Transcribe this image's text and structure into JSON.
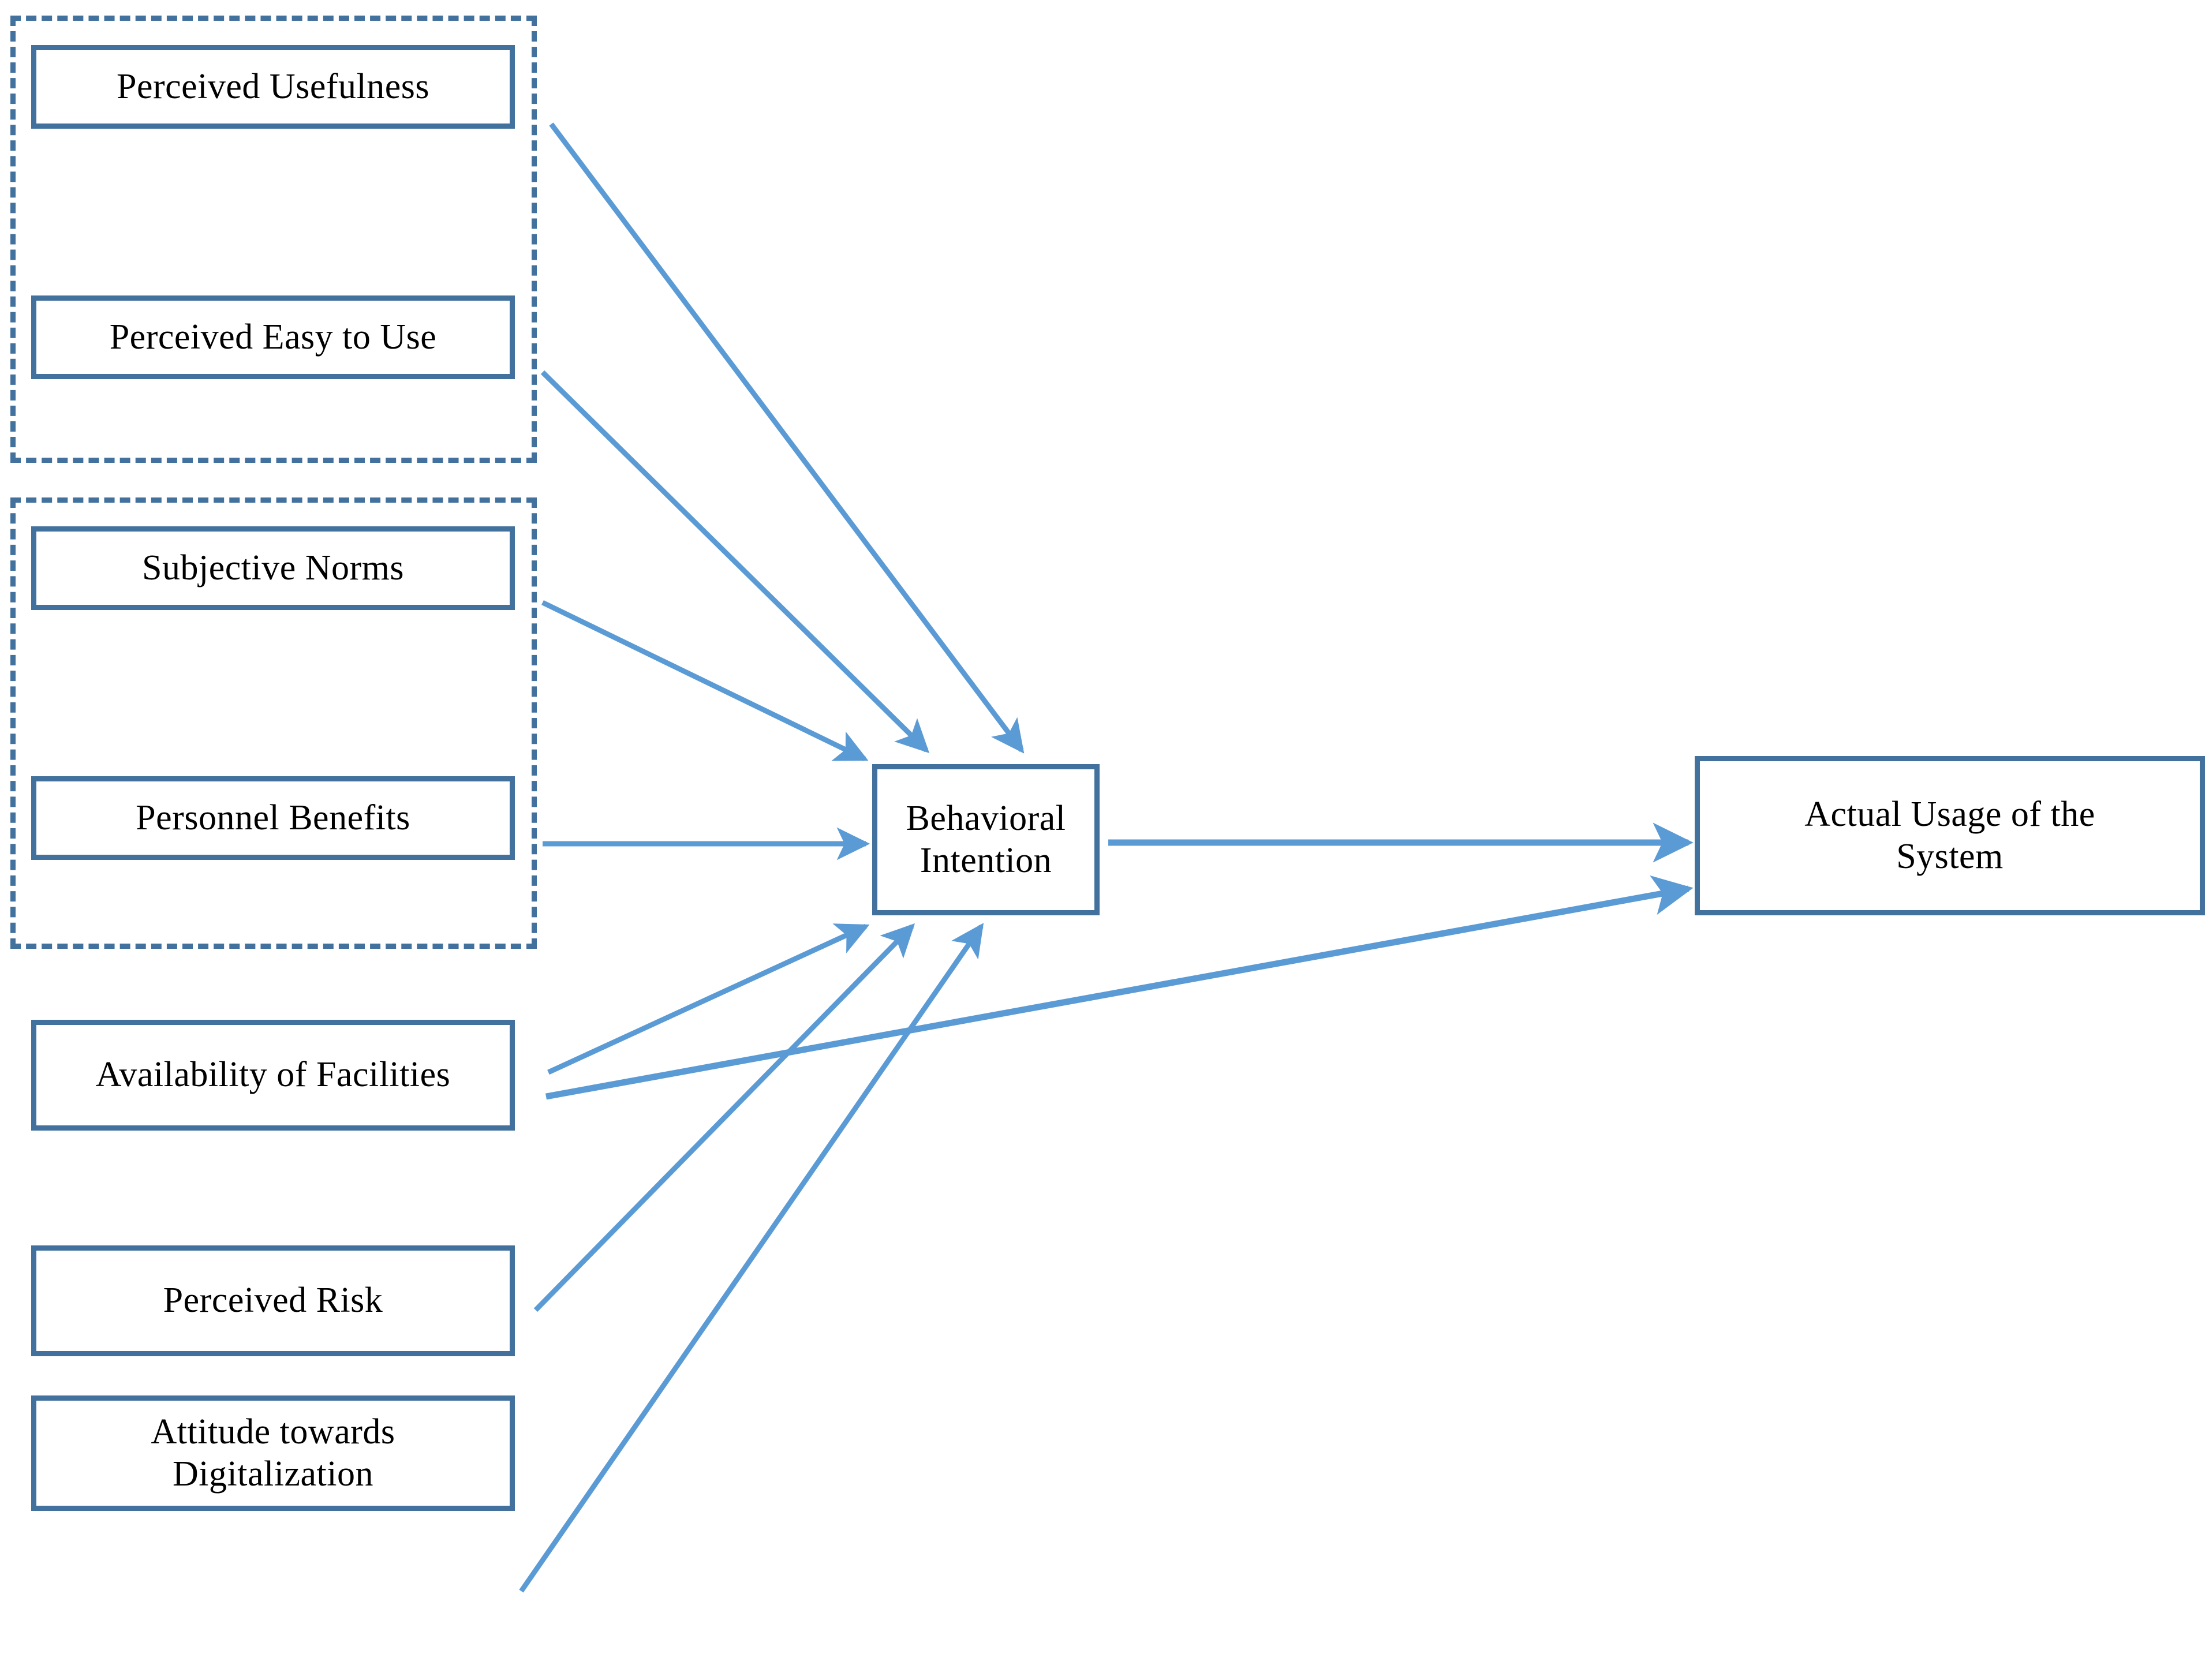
{
  "diagram": {
    "title": "Technology acceptance research model",
    "colors": {
      "node_border": "#41719C",
      "group_border": "#41719C",
      "arrow": "#5B9BD5",
      "node_fill": "#FFFFFF",
      "text": "#000000",
      "background": "#FFFFFF"
    }
  },
  "groups": [
    {
      "id": "group-tam",
      "label": "",
      "members": [
        "Perceived Usefulness",
        "Perceived Easy to Use"
      ]
    },
    {
      "id": "group-social",
      "label": "",
      "members": [
        "Subjective Norms",
        "Personnel Benefits"
      ]
    }
  ],
  "nodes": [
    {
      "id": "perceived-usefulness",
      "label": "Perceived Usefulness"
    },
    {
      "id": "perceived-ease",
      "label": "Perceived Easy to Use"
    },
    {
      "id": "subjective-norms",
      "label": "Subjective Norms"
    },
    {
      "id": "personnel-benefits",
      "label": "Personnel Benefits"
    },
    {
      "id": "availability",
      "label": "Availability of Facilities"
    },
    {
      "id": "perceived-risk",
      "label": "Perceived Risk"
    },
    {
      "id": "attitude",
      "label": "Attitude towards Digitalization"
    },
    {
      "id": "behavioral-intention",
      "label": "Behavioral Intention"
    },
    {
      "id": "actual-usage",
      "label": "Actual Usage of the System"
    }
  ],
  "node_labels": {
    "perceived_usefulness": "Perceived Usefulness",
    "perceived_ease": "Perceived Easy to Use",
    "subjective_norms": "Subjective Norms",
    "personnel_benefits": "Personnel Benefits",
    "availability": "Availability of Facilities",
    "perceived_risk": "Perceived Risk",
    "attitude_line1": "Attitude towards",
    "attitude_line2": "Digitalization",
    "behavioral_intention": "Behavioral Intention",
    "actual_usage_line1": "Actual Usage of the",
    "actual_usage_line2": "System"
  },
  "edges": [
    {
      "id": "edge-usefulness-to-intention",
      "from": "Perceived Usefulness",
      "to": "Behavioral Intention",
      "style": "arrow"
    },
    {
      "id": "edge-ease-to-intention",
      "from": "Perceived Easy to Use",
      "to": "Behavioral Intention",
      "style": "arrow"
    },
    {
      "id": "edge-norms-to-intention",
      "from": "Subjective Norms",
      "to": "Behavioral Intention",
      "style": "arrow"
    },
    {
      "id": "edge-benefits-to-intention",
      "from": "Personnel Benefits",
      "to": "Behavioral Intention",
      "style": "arrow"
    },
    {
      "id": "edge-availability-to-intention",
      "from": "Availability of Facilities",
      "to": "Behavioral Intention",
      "style": "arrow"
    },
    {
      "id": "edge-availability-to-usage",
      "from": "Availability of Facilities",
      "to": "Actual Usage of the System",
      "style": "arrow"
    },
    {
      "id": "edge-risk-to-intention",
      "from": "Perceived Risk",
      "to": "Behavioral Intention",
      "style": "arrow"
    },
    {
      "id": "edge-attitude-to-intention",
      "from": "Attitude towards Digitalization",
      "to": "Behavioral Intention",
      "style": "arrow"
    },
    {
      "id": "edge-intention-to-usage",
      "from": "Behavioral Intention",
      "to": "Actual Usage of the System",
      "style": "arrow"
    }
  ]
}
